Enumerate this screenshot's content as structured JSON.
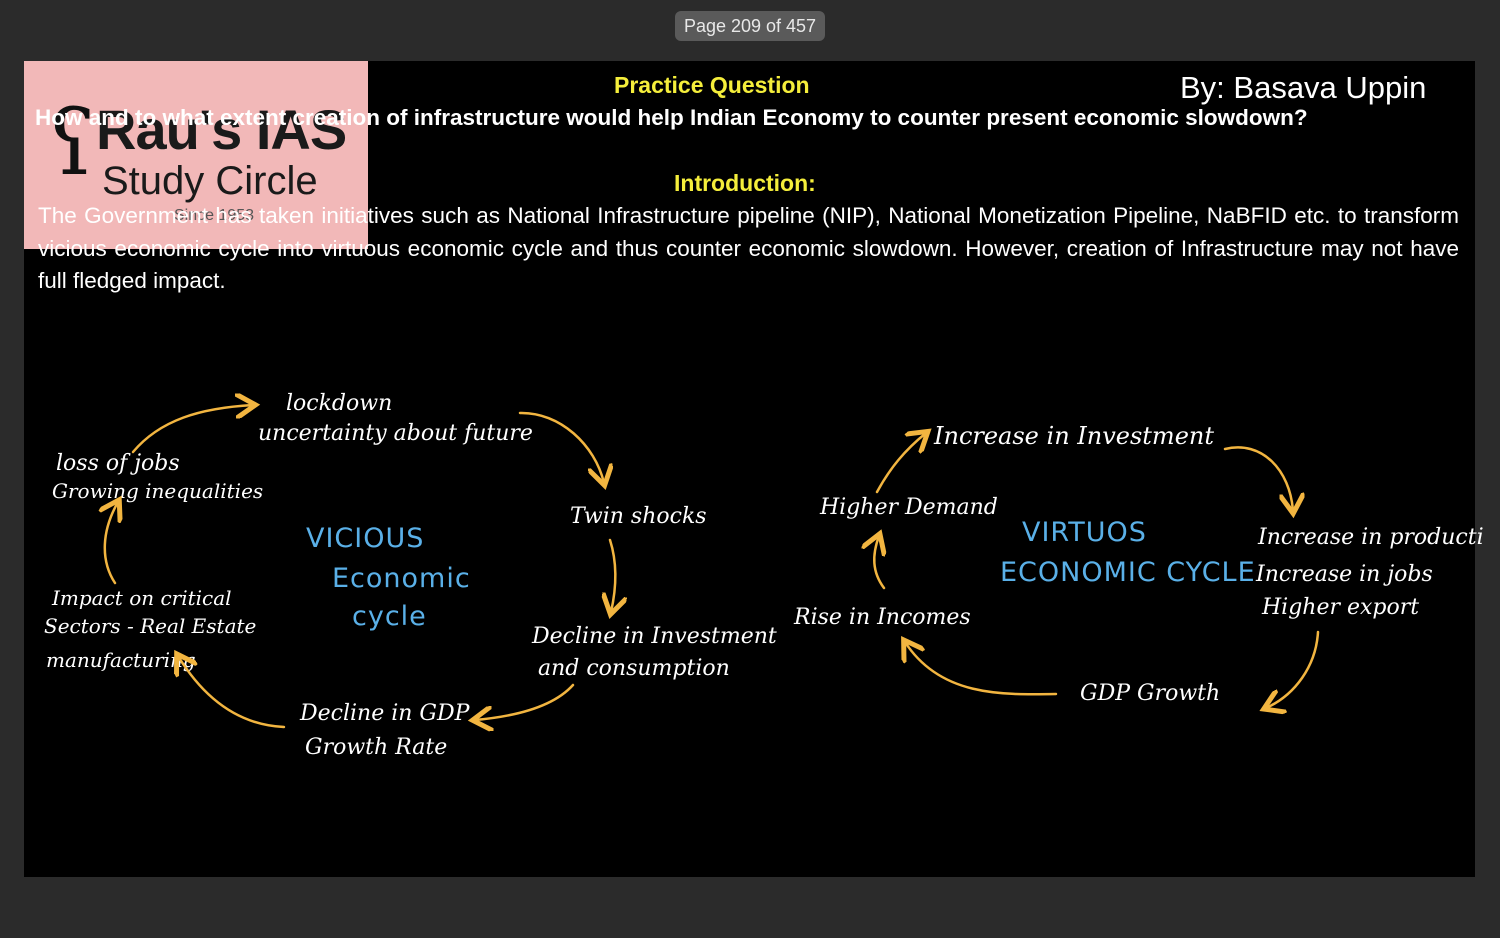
{
  "viewer": {
    "page_indicator": "Page 209 of 457"
  },
  "logo": {
    "brand": "Rau's IAS",
    "tagline": "Study Circle",
    "since": "Since 1953"
  },
  "slide": {
    "practice_heading": "Practice Question",
    "author": "By: Basava Uppin",
    "question": "How and to what extent creation of infrastructure would help Indian Economy to counter present economic slowdown?",
    "intro_heading": "Introduction:",
    "intro_text": "The Government has taken initiatives such as National Infrastructure pipeline (NIP), National Monetization Pipeline, NaBFID etc. to transform vicious economic cycle into virtuous economic cycle and thus counter economic slowdown. However, creation of Infrastructure may not have full fledged impact."
  },
  "vicious_cycle": {
    "title_line1": "VICIOUS",
    "title_line2": "Economic",
    "title_line3": "cycle",
    "node_lockdown_1": "lockdown",
    "node_lockdown_2": "uncertainty about future",
    "node_twin": "Twin shocks",
    "node_decline_inv_1": "Decline in Investment",
    "node_decline_inv_2": "and consumption",
    "node_decline_gdp_1": "Decline in GDP",
    "node_decline_gdp_2": "Growth Rate",
    "node_impact_1": "Impact on critical",
    "node_impact_2": "Sectors - Real Estate",
    "node_impact_3": "manufacturing",
    "node_loss_1": "loss of jobs",
    "node_loss_2": "Growing inequalities"
  },
  "virtuous_cycle": {
    "title_line1": "VIRTUOS",
    "title_line2": "ECONOMIC CYCLE",
    "node_investment": "Increase in Investment",
    "node_prod_1": "Increase in producti",
    "node_prod_2": "Increase in jobs",
    "node_prod_3": "Higher export",
    "node_gdp": "GDP Growth",
    "node_income": "Rise in Incomes",
    "node_demand": "Higher Demand"
  },
  "colors": {
    "heading": "#f5ee3b",
    "arrow": "#f2b540",
    "cycle_title": "#5ab0e8",
    "slide_bg": "#000000"
  }
}
